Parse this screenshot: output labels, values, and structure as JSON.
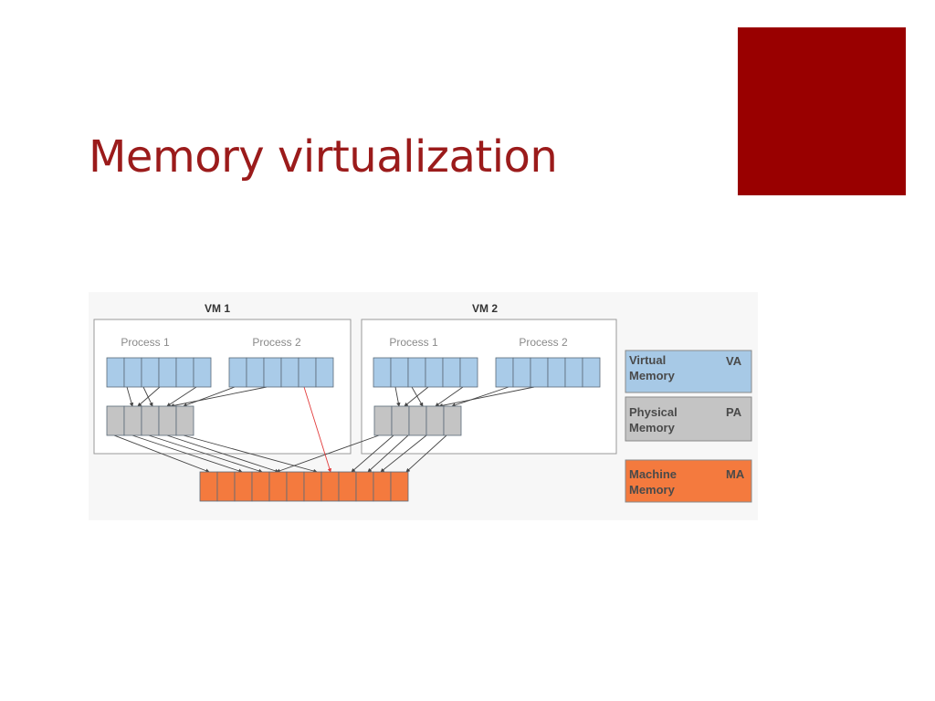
{
  "title": "Memory virtualization",
  "colors": {
    "title": "#9b1b1b",
    "accent": "#990000",
    "virtual": "#a9cbe8",
    "virtual_legend": "#a7c9e6",
    "physical": "#c4c4c4",
    "machine": "#f47a3e",
    "mapping_line": "#444444",
    "highlight_line": "#e23b3b"
  },
  "diagram": {
    "vms": [
      {
        "label": "VM 1",
        "processes": [
          {
            "label": "Process 1"
          },
          {
            "label": "Process 2"
          }
        ]
      },
      {
        "label": "VM 2",
        "processes": [
          {
            "label": "Process 1"
          },
          {
            "label": "Process 2"
          }
        ]
      }
    ],
    "legend": [
      {
        "line1": "Virtual",
        "line2": "Memory",
        "abbr": "VA"
      },
      {
        "line1": "Physical",
        "line2": "Memory",
        "abbr": "PA"
      },
      {
        "line1": "Machine",
        "line2": "Memory",
        "abbr": "MA"
      }
    ],
    "virtual_pages_per_process": 6,
    "physical_pages_per_vm": 5,
    "machine_pages": 12
  }
}
